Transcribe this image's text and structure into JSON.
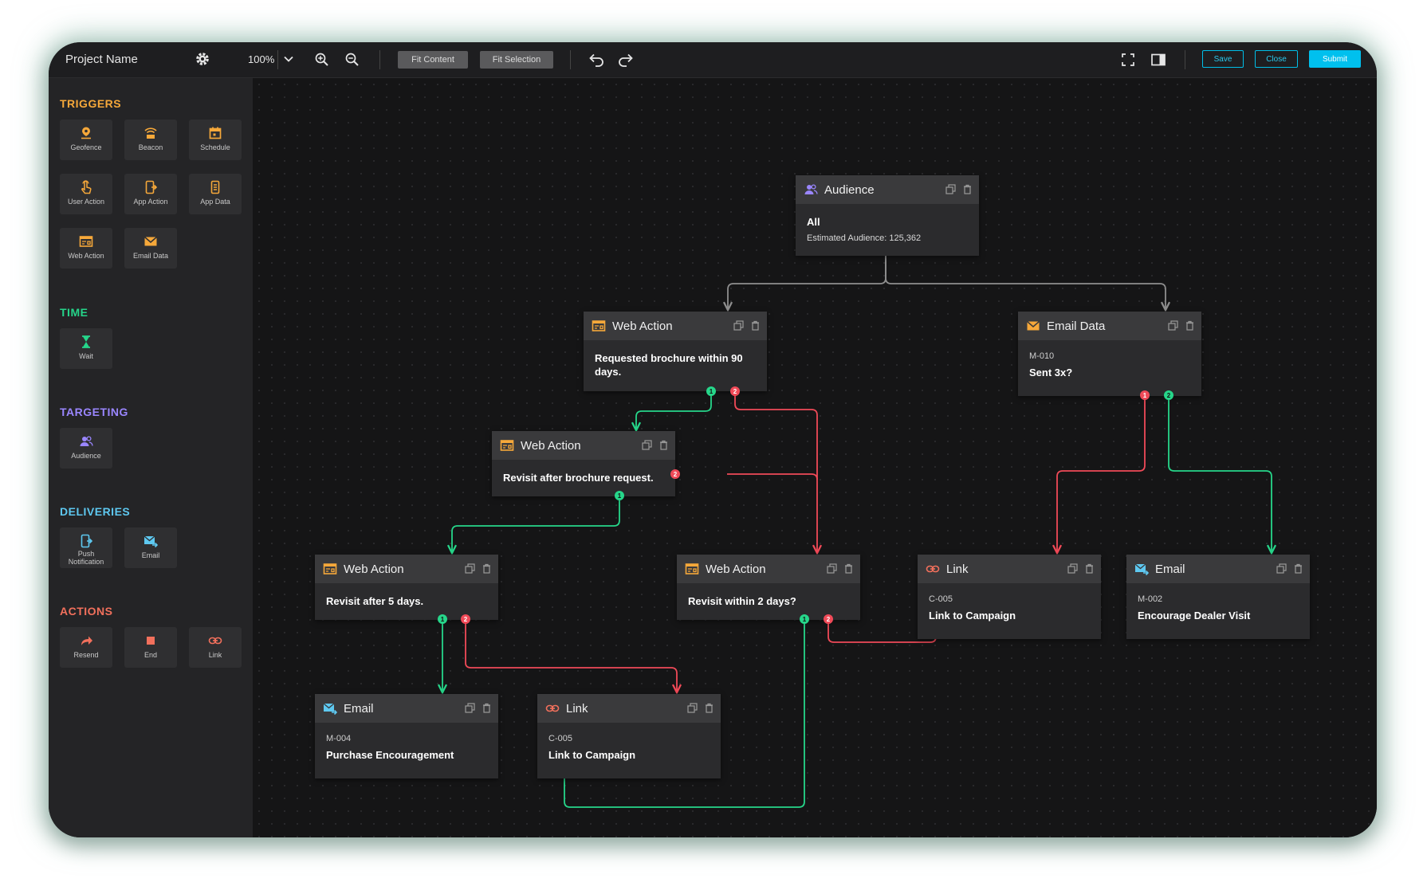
{
  "colors": {
    "trigger": "#f6a83a",
    "time": "#25d58a",
    "targeting": "#9a86ff",
    "delivery": "#5ec8f0",
    "action": "#f2705c",
    "yes": "#26d68a",
    "no": "#f04a58",
    "accent": "#00c0ee"
  },
  "toolbar": {
    "project_name": "Project Name",
    "zoom": "100%",
    "fit_content": "Fit Content",
    "fit_selection": "Fit Selection",
    "save": "Save",
    "close": "Close",
    "submit": "Submit"
  },
  "sidebar": {
    "triggers": {
      "title": "TRIGGERS",
      "items": [
        "Geofence",
        "Beacon",
        "Schedule",
        "User Action",
        "App Action",
        "App Data",
        "Web Action",
        "Email Data"
      ]
    },
    "time": {
      "title": "TIME",
      "items": [
        "Wait"
      ]
    },
    "targeting": {
      "title": "TARGETING",
      "items": [
        "Audience"
      ]
    },
    "deliveries": {
      "title": "DELIVERIES",
      "items": [
        "Push Notification",
        "Email"
      ]
    },
    "actions": {
      "title": "ACTIONS",
      "items": [
        "Resend",
        "End",
        "Link"
      ]
    }
  },
  "nodes": {
    "audience": {
      "title": "Audience",
      "value": "All",
      "sub": "Estimated Audience: 125,362"
    },
    "web1": {
      "title": "Web Action",
      "text": "Requested brochure within 90 days."
    },
    "email_data": {
      "title": "Email Data",
      "code": "M-010",
      "text": "Sent 3x?"
    },
    "web2": {
      "title": "Web Action",
      "text": "Revisit after brochure request."
    },
    "web3": {
      "title": "Web Action",
      "text": "Revisit after 5 days."
    },
    "web4": {
      "title": "Web Action",
      "text": "Revisit within 2 days?"
    },
    "link1": {
      "title": "Link",
      "code": "C-005",
      "text": "Link to Campaign"
    },
    "email1": {
      "title": "Email",
      "code": "M-002",
      "text": "Encourage Dealer Visit"
    },
    "email2": {
      "title": "Email",
      "code": "M-004",
      "text": "Purchase Encouragement"
    },
    "link2": {
      "title": "Link",
      "code": "C-005",
      "text": "Link to Campaign"
    }
  },
  "ports": {
    "yes": "1",
    "no": "2"
  }
}
